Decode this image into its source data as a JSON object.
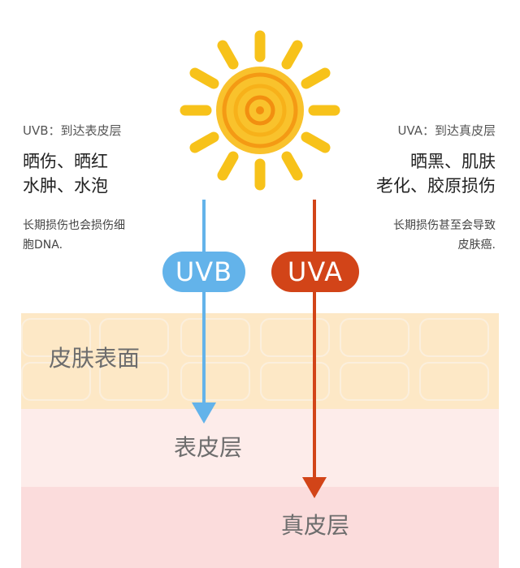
{
  "uvb": {
    "heading": "UVB：到达表皮层",
    "effects_line1": "晒伤、晒红",
    "effects_line2": "水肿、水泡",
    "note_line1": "长期损伤也会损伤细",
    "note_line2": "胞DNA.",
    "badge": "UVB"
  },
  "uva": {
    "heading": "UVA：到达真皮层",
    "effects_line1": "晒黑、肌肤",
    "effects_line2": "老化、胶原损伤",
    "note_line1": "长期损伤甚至会导致",
    "note_line2": "皮肤癌.",
    "badge": "UVA"
  },
  "layers": {
    "surface": "皮肤表面",
    "epidermis": "表皮层",
    "dermis": "真皮层"
  },
  "colors": {
    "uvb": "#63b3ea",
    "uva": "#d24418",
    "sun_ray": "#f7c21a",
    "sun_core": "#f4a716"
  },
  "icons": {
    "sun": "sun-icon"
  }
}
